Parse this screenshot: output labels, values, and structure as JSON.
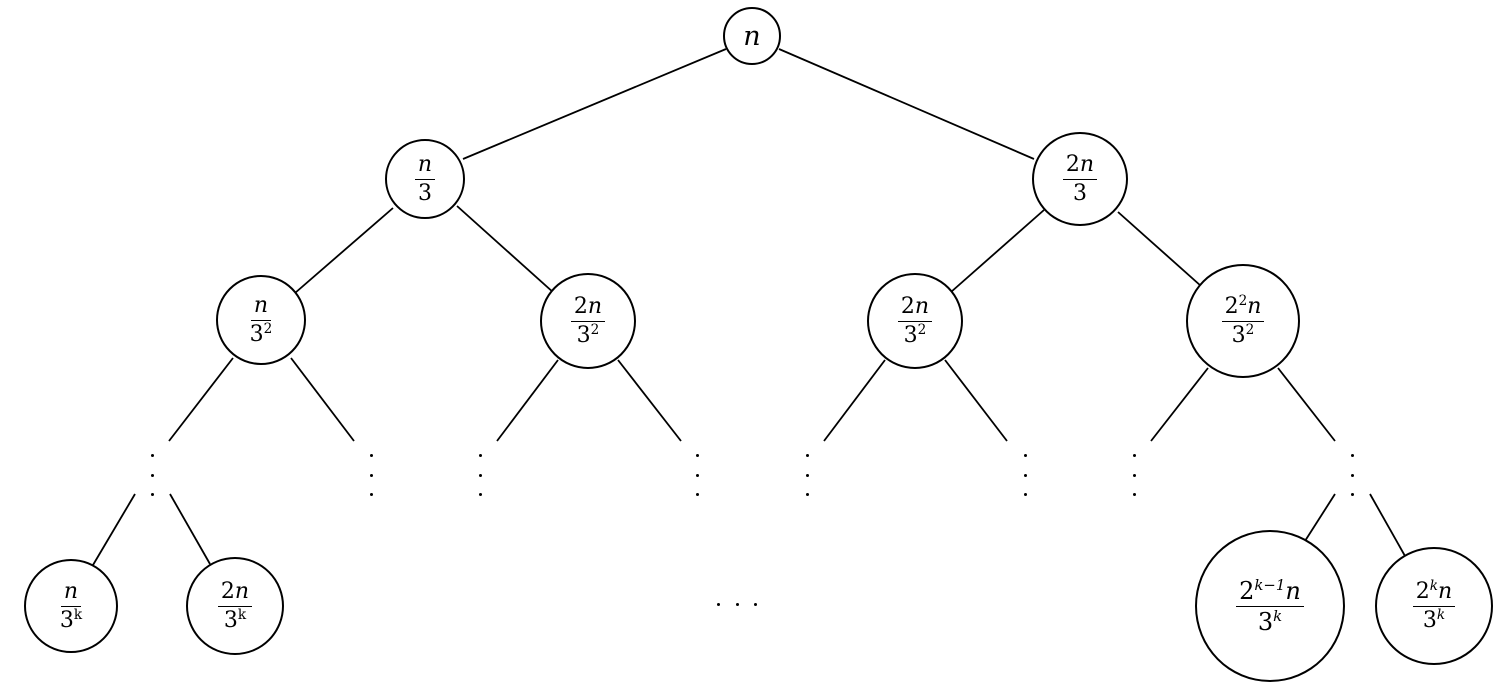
{
  "tree": {
    "root": {
      "var": "n"
    },
    "level1": [
      {
        "num_coef": "",
        "num_pow": "",
        "num_var": "n",
        "den_base": "3",
        "den_pow": ""
      },
      {
        "num_coef": "2",
        "num_pow": "",
        "num_var": "n",
        "den_base": "3",
        "den_pow": ""
      }
    ],
    "level2": [
      {
        "num_coef": "",
        "num_pow": "",
        "num_var": "n",
        "den_base": "3",
        "den_pow": "2"
      },
      {
        "num_coef": "2",
        "num_pow": "",
        "num_var": "n",
        "den_base": "3",
        "den_pow": "2"
      },
      {
        "num_coef": "2",
        "num_pow": "",
        "num_var": "n",
        "den_base": "3",
        "den_pow": "2"
      },
      {
        "num_coef": "2",
        "num_pow": "2",
        "num_var": "n",
        "den_base": "3",
        "den_pow": "2"
      }
    ],
    "leaves": [
      {
        "num_coef": "",
        "num_pow": "",
        "num_var": "n",
        "den_base": "3",
        "den_pow": "k"
      },
      {
        "num_coef": "2",
        "num_pow": "",
        "num_var": "n",
        "den_base": "3",
        "den_pow": "k"
      },
      {
        "num_coef": "2",
        "num_pow": "k−1",
        "num_var": "n",
        "den_base": "3",
        "den_pow": "k"
      },
      {
        "num_coef": "2",
        "num_pow": "k",
        "num_var": "n",
        "den_base": "3",
        "den_pow": "k"
      }
    ]
  }
}
